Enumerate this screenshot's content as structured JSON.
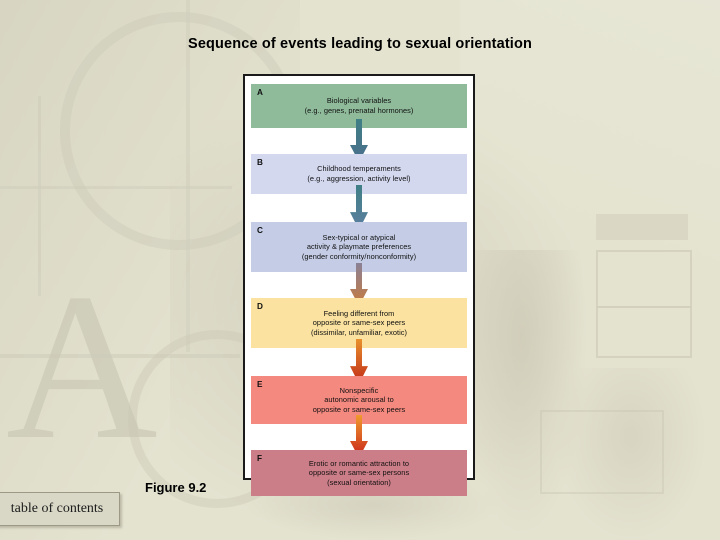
{
  "slide": {
    "title": "Sequence of events leading to sexual orientation",
    "background_color": "#e4e3d0",
    "figure_caption": "Figure 9.2",
    "toc_button_label": "table of contents"
  },
  "figure": {
    "border_color": "#1a1a1a",
    "background_color": "#ffffff",
    "panels": [
      {
        "letter": "A",
        "lines": [
          "Biological variables",
          "(e.g., genes, prenatal hormones)"
        ],
        "color": "#8fbb9b"
      },
      {
        "letter": "B",
        "lines": [
          "Childhood temperaments",
          "(e.g., aggression, activity level)"
        ],
        "color": "#d3d8ef"
      },
      {
        "letter": "C",
        "lines": [
          "Sex-typical or atypical",
          "activity & playmate preferences",
          "(gender conformity/nonconformity)"
        ],
        "color": "#c5cde6"
      },
      {
        "letter": "D",
        "lines": [
          "Feeling different from",
          "opposite or same-sex peers",
          "(dissimilar, unfamiliar, exotic)"
        ],
        "color": "#fbe2a0"
      },
      {
        "letter": "E",
        "lines": [
          "Nonspecific",
          "autonomic arousal to",
          "opposite or same-sex peers"
        ],
        "color": "#f4897f"
      },
      {
        "letter": "F",
        "lines": [
          "Erotic or romantic attraction to",
          "opposite or same-sex persons",
          "(sexual orientation)"
        ],
        "color": "#cc7e88"
      }
    ],
    "arrows": [
      {
        "from": "A",
        "to": "B",
        "top_color": "#3f7f86",
        "bottom_color": "#4b6f8c"
      },
      {
        "from": "B",
        "to": "C",
        "top_color": "#3f7f86",
        "bottom_color": "#5d7fa0"
      },
      {
        "from": "C",
        "to": "D",
        "top_color": "#8a8196",
        "bottom_color": "#c87a3c"
      },
      {
        "from": "D",
        "to": "E",
        "top_color": "#e8902c",
        "bottom_color": "#c02b18"
      },
      {
        "from": "E",
        "to": "F",
        "top_color": "#f09a2e",
        "bottom_color": "#c8231a"
      }
    ]
  }
}
